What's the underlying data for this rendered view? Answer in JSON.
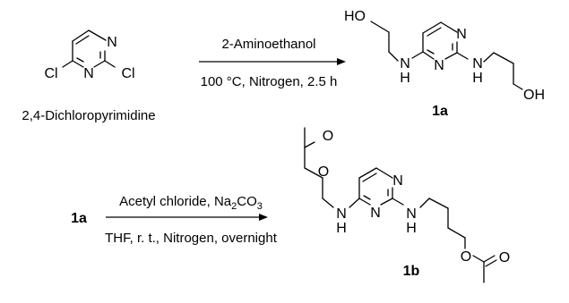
{
  "atoms": {
    "n": "N",
    "cl": "Cl",
    "h": "H",
    "oh": "OH",
    "ho": "HO",
    "o": "O"
  },
  "starting_material": {
    "name": "2,4-Dichloropyrimidine"
  },
  "step1": {
    "reagent": "2-Aminoethanol",
    "conditions": "100 °C, Nitrogen, 2.5 h"
  },
  "product1": {
    "label": "1a"
  },
  "step2": {
    "reactant_label": "1a",
    "reagent_prefix": "Acetyl chloride, Na",
    "reagent_sub_1": "2",
    "reagent_mid": "CO",
    "reagent_sub_2": "3",
    "conditions": "THF, r. t., Nitrogen, overnight"
  },
  "product2": {
    "label": "1b"
  }
}
